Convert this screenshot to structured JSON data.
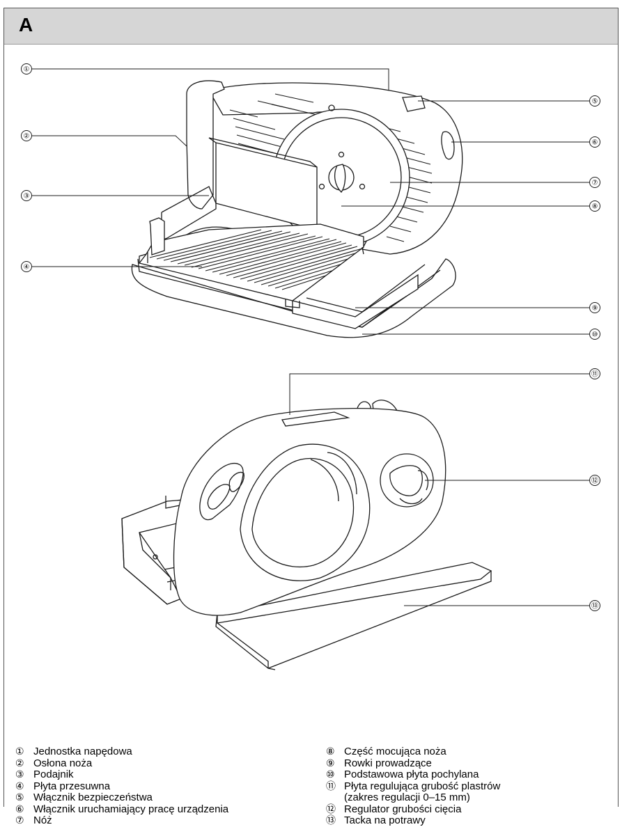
{
  "panel": {
    "letter": "A"
  },
  "callouts": [
    "①",
    "②",
    "③",
    "④",
    "⑤",
    "⑥",
    "⑦",
    "⑧",
    "⑨",
    "⑩",
    "⑪",
    "⑫",
    "⑬"
  ],
  "legend": {
    "left": [
      {
        "num": "①",
        "text": "Jednostka napędowa"
      },
      {
        "num": "②",
        "text": "Osłona noża"
      },
      {
        "num": "③",
        "text": "Podajnik"
      },
      {
        "num": "④",
        "text": "Płyta przesuwna"
      },
      {
        "num": "⑤",
        "text": "Włącznik bezpieczeństwa"
      },
      {
        "num": "⑥",
        "text": "Włącznik uruchamiający pracę urządzenia"
      },
      {
        "num": "⑦",
        "text": "Nóż"
      }
    ],
    "right": [
      {
        "num": "⑧",
        "text": "Część mocująca noża"
      },
      {
        "num": "⑨",
        "text": "Rowki prowadzące"
      },
      {
        "num": "⑩",
        "text": "Podstawowa płyta pochylana"
      },
      {
        "num": "⑪",
        "text": "Płyta regulująca grubość plastrów\n(zakres regulacji 0–15 mm)"
      },
      {
        "num": "⑫",
        "text": "Regulator grubości cięcia"
      },
      {
        "num": "⑬",
        "text": "Tacka na potrawy"
      }
    ]
  }
}
